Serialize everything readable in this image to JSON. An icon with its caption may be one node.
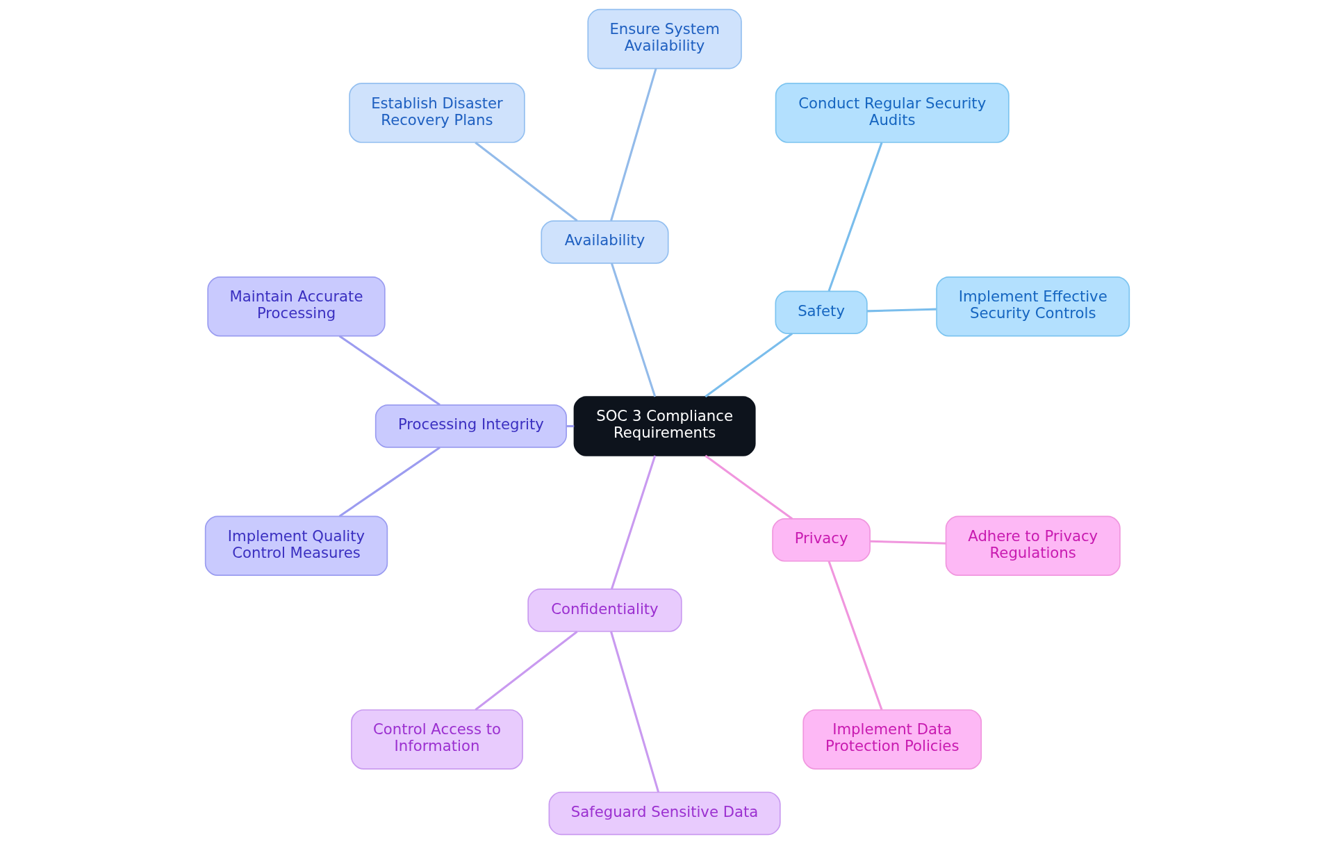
{
  "diagram": {
    "nodes": [
      {
        "text": [
          "SOC 3 Compliance Requirements"
        ]
      },
      {
        "text": [
          "Safety"
        ]
      },
      {
        "text": [
          "Implement Effective Security Controls"
        ]
      },
      {
        "text": [
          "Conduct Regular Security Audits"
        ]
      },
      {
        "text": [
          "Availability"
        ]
      },
      {
        "text": [
          "Ensure System Availability"
        ]
      },
      {
        "text": [
          "Establish Disaster Recovery Plans"
        ]
      },
      {
        "text": [
          "Processing Integrity"
        ]
      },
      {
        "text": [
          "Maintain Accurate Processing"
        ]
      },
      {
        "text": [
          "Implement Quality Control Measures"
        ]
      },
      {
        "text": [
          "Confidentiality"
        ]
      },
      {
        "text": [
          "Control Access to Information"
        ]
      },
      {
        "text": [
          "Safeguard Sensitive Data"
        ]
      },
      {
        "text": [
          "Privacy"
        ]
      },
      {
        "text": [
          "Implement Data Protection Policies"
        ]
      },
      {
        "text": [
          "Adhere to Privacy Regulations"
        ]
      }
    ],
    "edges": [
      {
        "from": 0,
        "to": 1,
        "arrow": "none",
        "color": "#7abdec"
      },
      {
        "from": 1,
        "to": 2,
        "arrow": "none",
        "color": "#7abdec"
      },
      {
        "from": 1,
        "to": 3,
        "arrow": "none",
        "color": "#7abdec"
      },
      {
        "from": 0,
        "to": 4,
        "arrow": "none",
        "color": "#93bbea"
      },
      {
        "from": 4,
        "to": 5,
        "arrow": "none",
        "color": "#93bbea"
      },
      {
        "from": 4,
        "to": 6,
        "arrow": "none",
        "color": "#93bbea"
      },
      {
        "from": 0,
        "to": 7,
        "arrow": "none",
        "color": "#9c9cf0"
      },
      {
        "from": 7,
        "to": 8,
        "arrow": "none",
        "color": "#9c9cf0"
      },
      {
        "from": 7,
        "to": 9,
        "arrow": "none",
        "color": "#9c9cf0"
      },
      {
        "from": 0,
        "to": 10,
        "arrow": "none",
        "color": "#c99af0"
      },
      {
        "from": 10,
        "to": 11,
        "arrow": "none",
        "color": "#c99af0"
      },
      {
        "from": 10,
        "to": 12,
        "arrow": "none",
        "color": "#c99af0"
      },
      {
        "from": 0,
        "to": 13,
        "arrow": "none",
        "color": "#f096de"
      },
      {
        "from": 13,
        "to": 14,
        "arrow": "none",
        "color": "#f096de"
      },
      {
        "from": 13,
        "to": 15,
        "arrow": "none",
        "color": "#f096de"
      }
    ]
  }
}
